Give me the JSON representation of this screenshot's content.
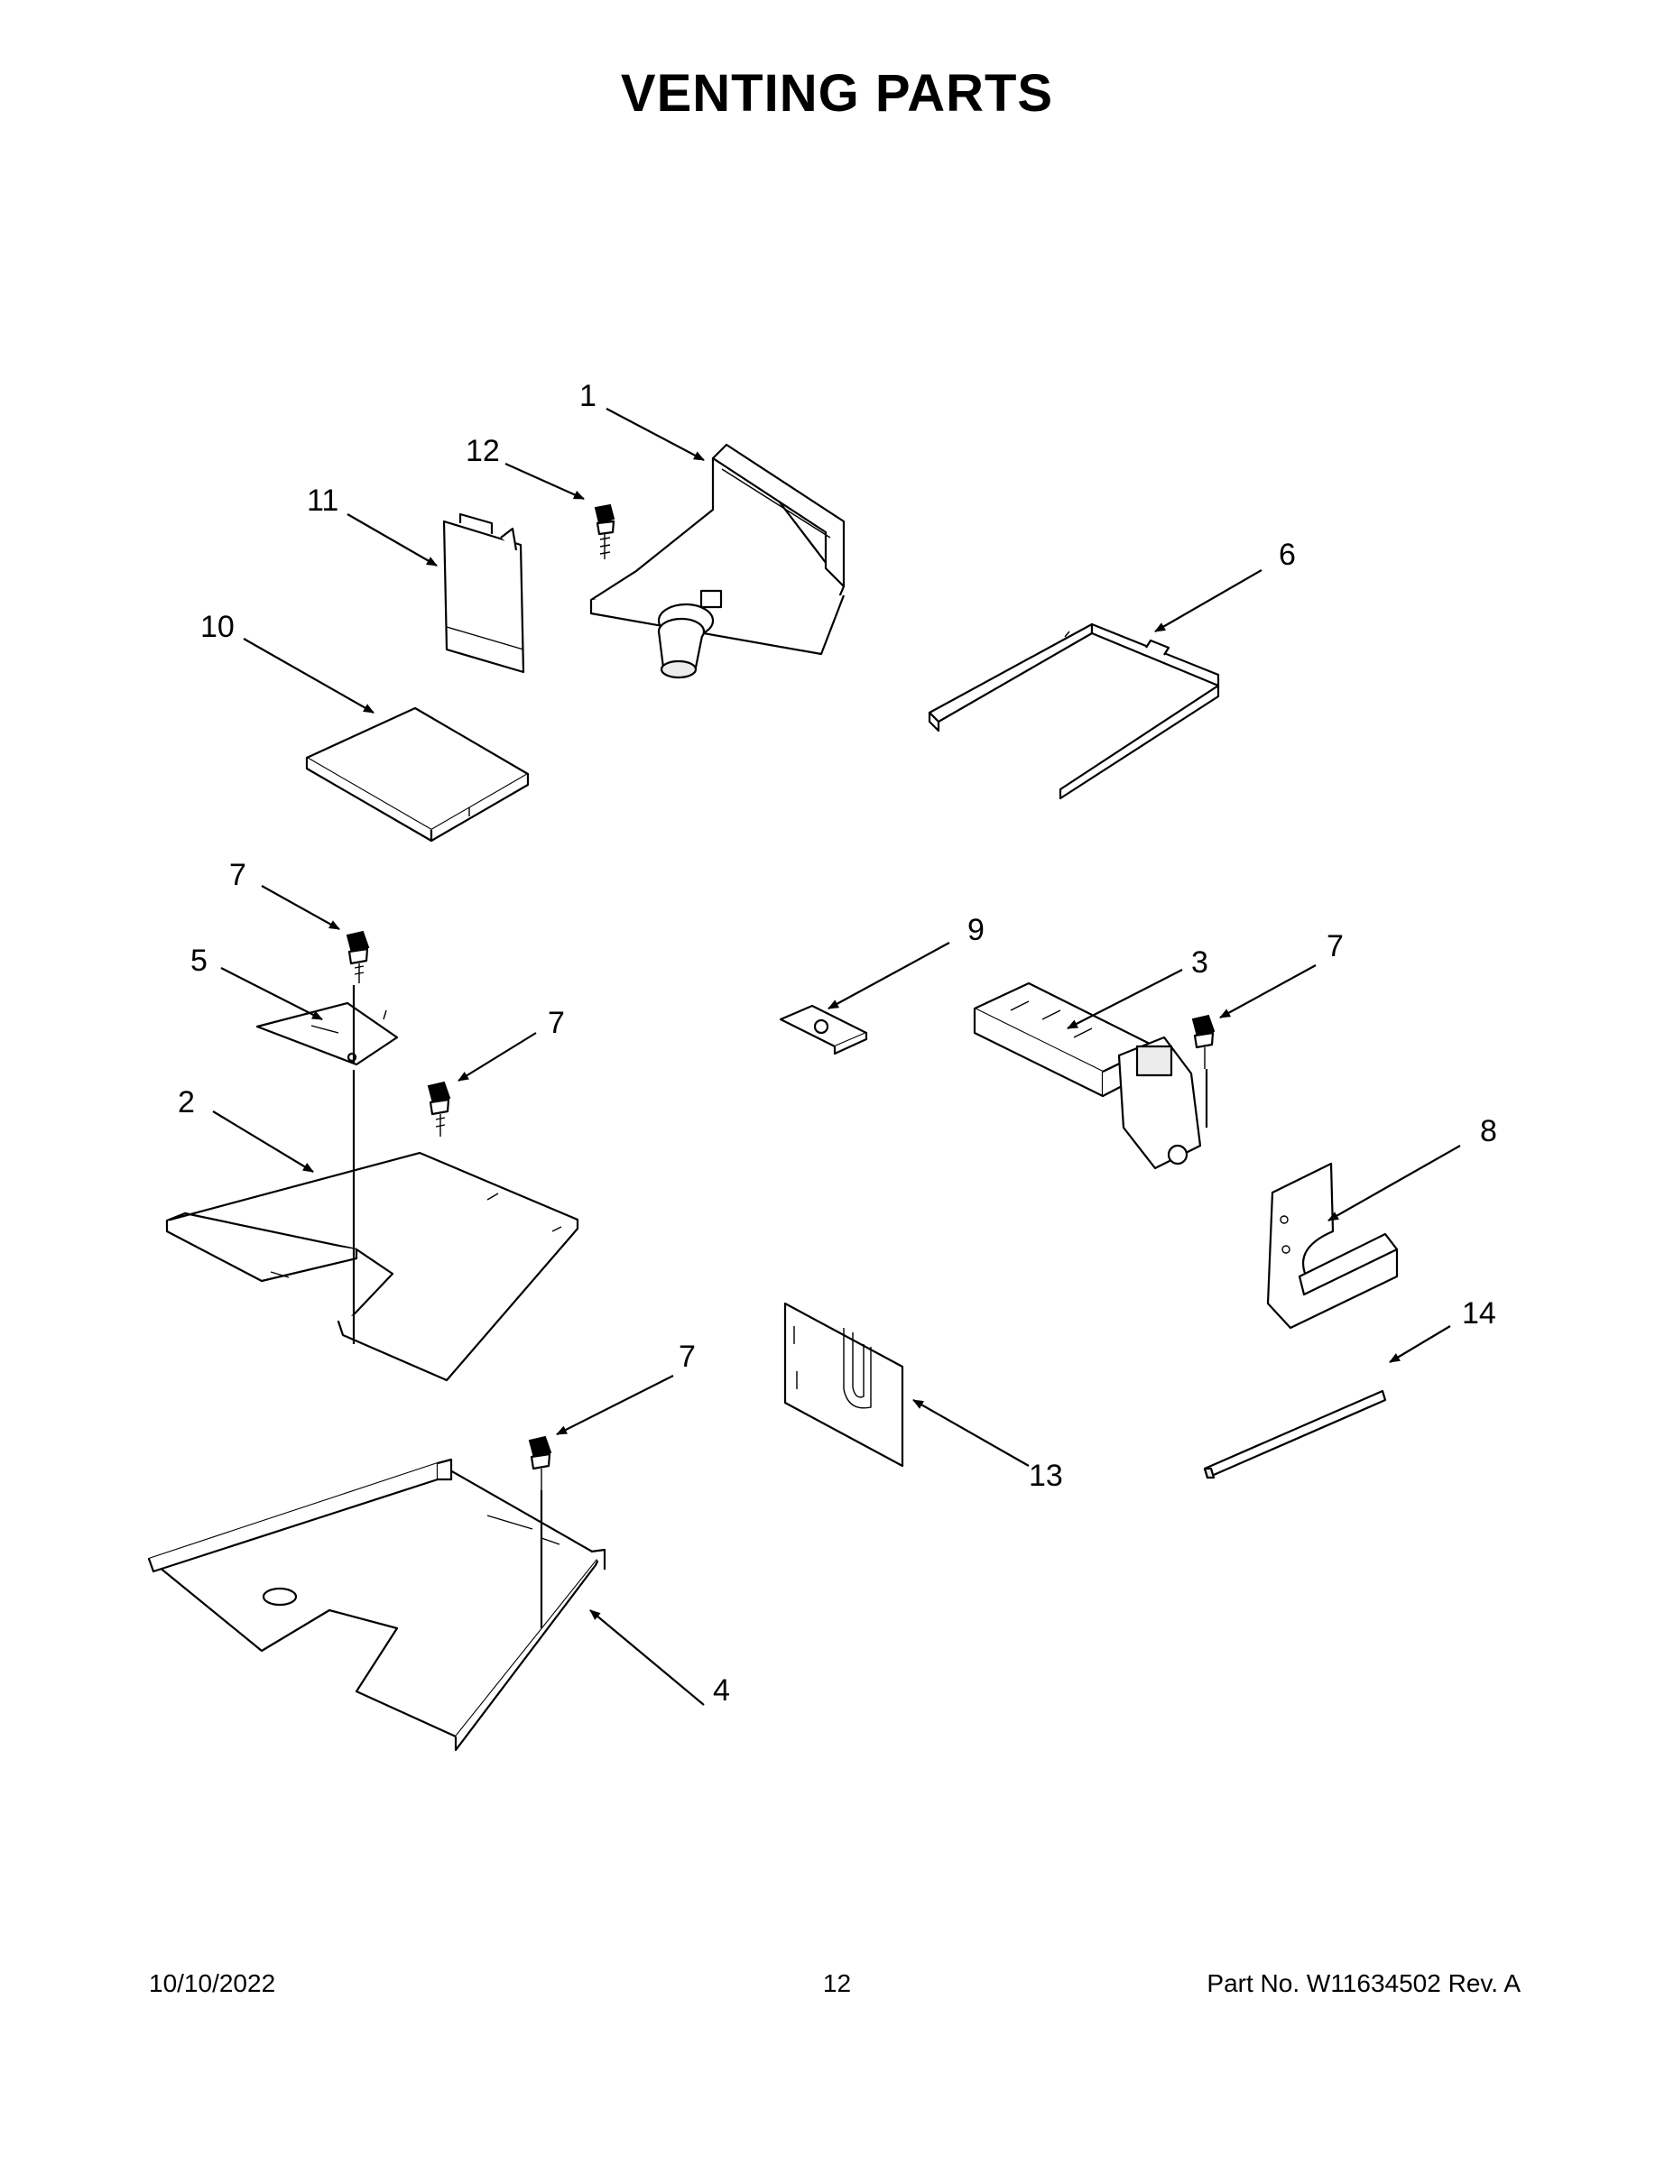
{
  "title": "VENTING PARTS",
  "callouts": [
    "1",
    "2",
    "3",
    "4",
    "5",
    "6",
    "7",
    "8",
    "9",
    "10",
    "11",
    "12",
    "13",
    "14"
  ],
  "callout_seven": "7",
  "footer": {
    "date": "10/10/2022",
    "page": "12",
    "part": "Part No.  W11634502  Rev.  A"
  }
}
